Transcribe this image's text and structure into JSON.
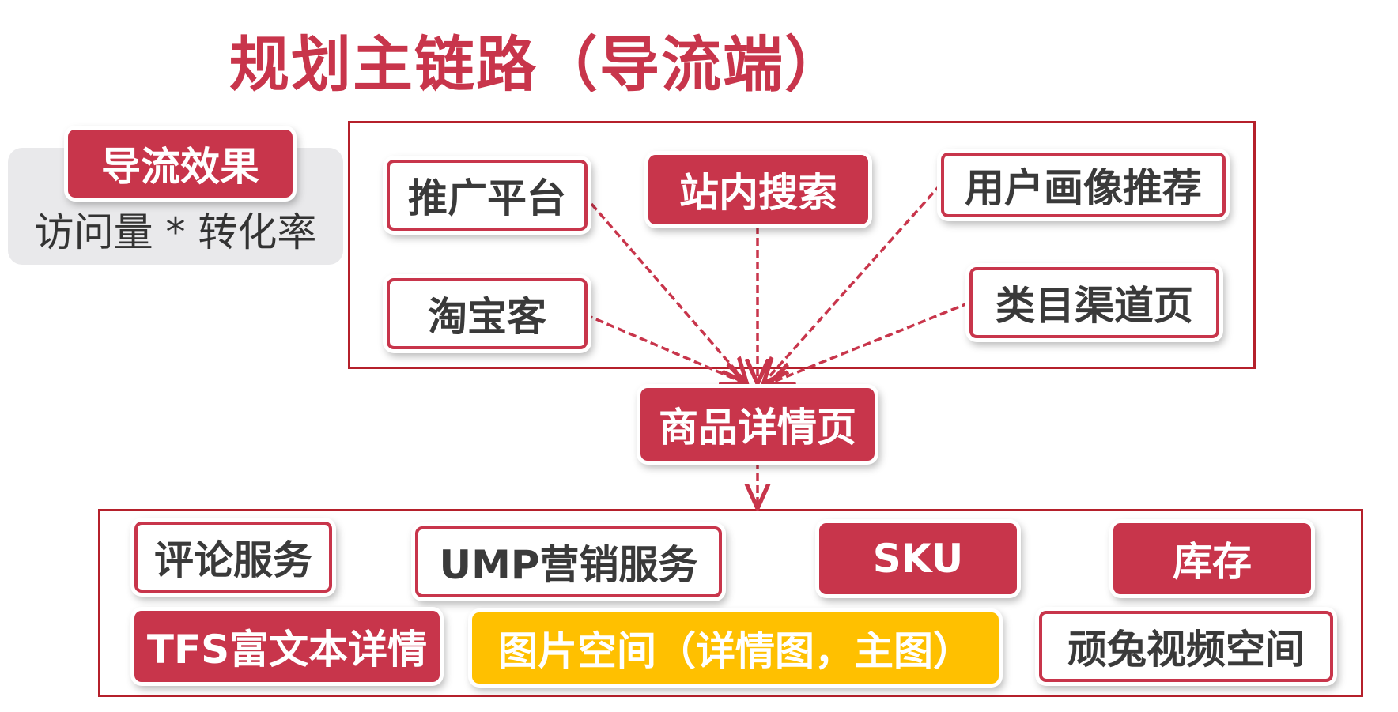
{
  "title": "规划主链路（导流端）",
  "effect": {
    "label": "导流效果",
    "formula": "访问量 * 转化率"
  },
  "sources": {
    "promo_platform": "推广平台",
    "site_search": "站内搜索",
    "user_profile_rec": "用户画像推荐",
    "taobaoke": "淘宝客",
    "category_page": "类目渠道页"
  },
  "target": "商品详情页",
  "services": {
    "review": "评论服务",
    "ump": "UMP营销服务",
    "sku": "SKU",
    "inventory": "库存",
    "tfs": "TFS富文本详情",
    "image_space": "图片空间（详情图，主图）",
    "video_space": "顽兔视频空间"
  },
  "colors": {
    "accent": "#c8354b",
    "frame": "#b5202b",
    "highlight": "#ffc000",
    "card_bg": "#e9e9eb"
  }
}
